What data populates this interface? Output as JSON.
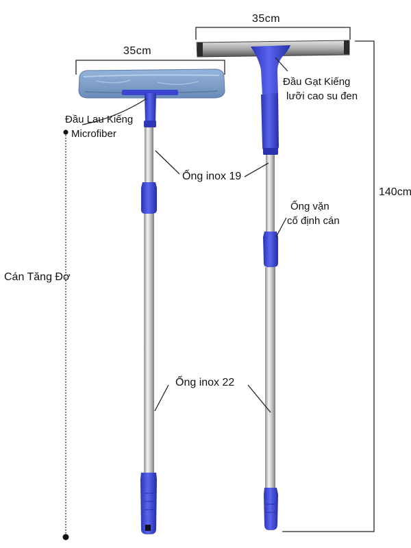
{
  "labels": {
    "mop_width": "35cm",
    "squeegee_width": "35cm",
    "mop_head_line1": "Đầu Lau Kiếng",
    "mop_head_line2": "Microfiber",
    "squeegee_head_line1": "Đầu Gạt Kiếng",
    "squeegee_head_line2": "lưỡi cao su đen",
    "tube_19": "Ống inox 19",
    "tube_22": "Ống inox 22",
    "twist_lock_line1": "Ống vặn",
    "twist_lock_line2": "cố định cán",
    "telescopic_handle": "Cán Tăng Đơ",
    "total_length": "140cm"
  },
  "colors": {
    "plastic_blue": "#3f49d6",
    "steel": "#bcbcbc",
    "microfiber": "#7b9ec8",
    "rubber_blade": "#2a2a2a",
    "annotation_line": "#222222"
  }
}
